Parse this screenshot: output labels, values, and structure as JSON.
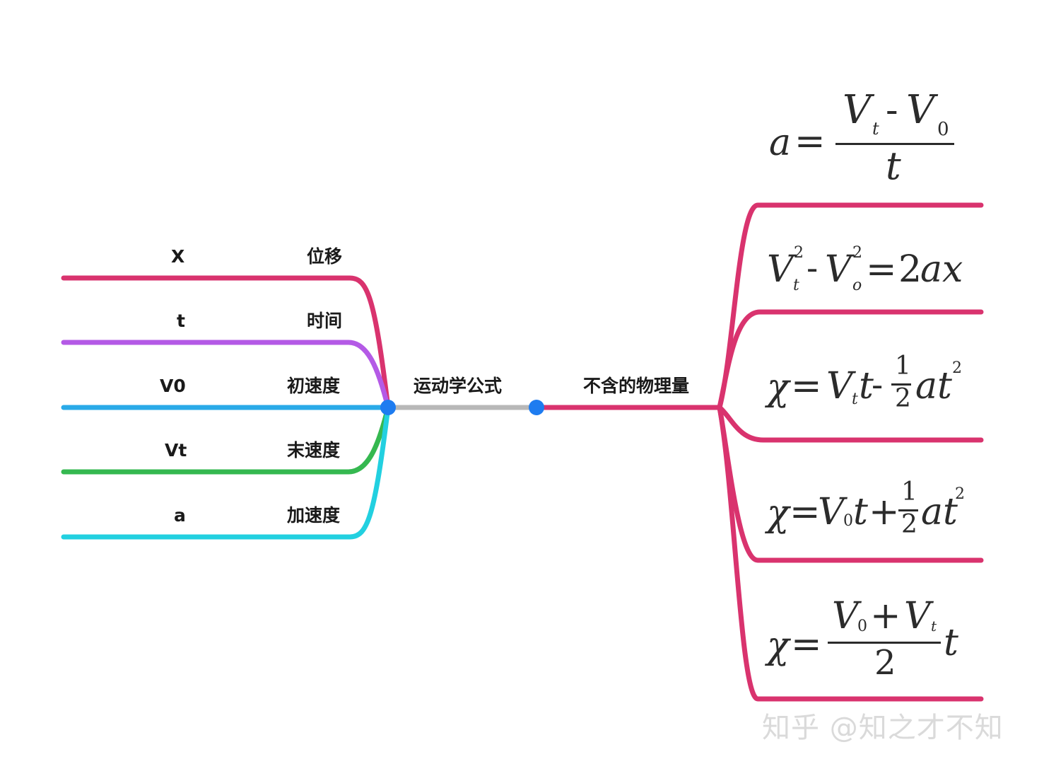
{
  "center": {
    "label": "运动学公式",
    "right_node_label": "不含的物理量"
  },
  "left_branches": [
    {
      "symbol": "X",
      "name": "位移",
      "color": "#d9336e"
    },
    {
      "symbol": "t",
      "name": "时间",
      "color": "#b45ae6"
    },
    {
      "symbol": "V0",
      "name": "初速度",
      "color": "#2aaae8"
    },
    {
      "symbol": "Vt",
      "name": "末速度",
      "color": "#35b850"
    },
    {
      "symbol": "a",
      "name": "加速度",
      "color": "#22d0e0"
    }
  ],
  "center_connector_color": "#b8b8b8",
  "right_branch_color": "#d9336e",
  "node_dot_color": "#1e7cf0",
  "formulas": [
    {
      "text": "a = (Vt - V0) / t"
    },
    {
      "text": "Vt² - Vo² = 2ax"
    },
    {
      "text": "χ = Vt t - ½ a t²"
    },
    {
      "text": "χ = V0 t + ½ a t²"
    },
    {
      "text": "χ = (V0 + Vt) / 2 · t"
    }
  ],
  "watermark": "知乎 @知之才不知"
}
